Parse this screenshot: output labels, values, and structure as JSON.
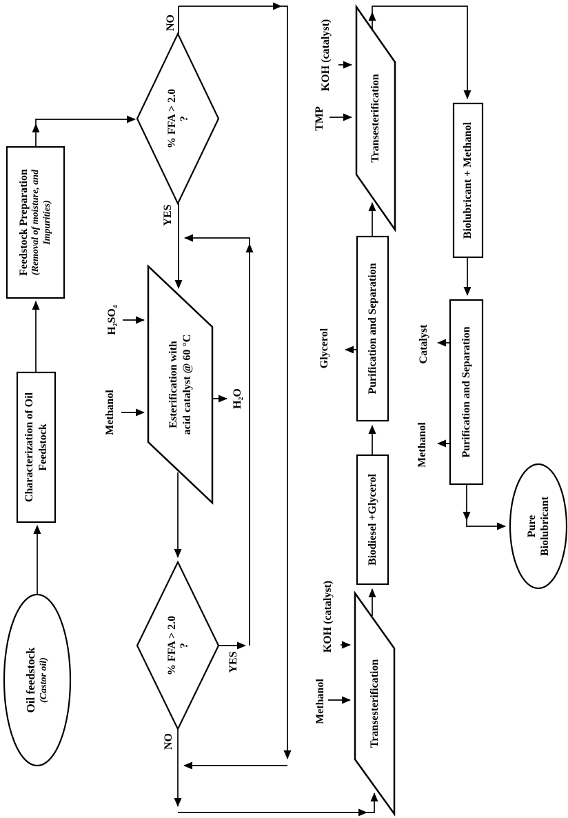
{
  "figure": {
    "description": "Process flowchart for biolubricant production from castor oil",
    "colors": {
      "ink": "#000000",
      "background": "#ffffff",
      "shape_fill": "#ffffff"
    }
  },
  "nodes": {
    "oil_feedstock": {
      "title": "Oil feedstock",
      "subtitle": "(Castor oil)"
    },
    "characterization": {
      "line1": "Characterization of Oil",
      "line2": "Feedstock"
    },
    "feedstock_prep": {
      "title": "Feedstock Preparation",
      "sub1": "(Removal of moisture, and",
      "sub2": "Impurities)"
    },
    "decision1": {
      "line1": "% FFA > 2.0",
      "line2": "?"
    },
    "esterification": {
      "line1": "Esterification with",
      "line2": "acid catalyst @ 60 °C"
    },
    "decision2": {
      "line1": "% FFA > 2.0",
      "line2": "?"
    },
    "transesterification1": {
      "label": "Transesterification"
    },
    "biodiesel_glycerol": {
      "label": "Biodiesel +Glycerol"
    },
    "purification1": {
      "label": "Purification and Separation"
    },
    "transesterification2": {
      "label": "Transesterification"
    },
    "biolubricant_methanol": {
      "label": "Biolubricant + Methanol"
    },
    "purification2": {
      "label": "Purification and Separation"
    },
    "pure_biolubricant": {
      "line1": "Pure",
      "line2": "Biolubricant"
    }
  },
  "labels": {
    "no1": "NO",
    "yes1": "YES",
    "no2": "NO",
    "yes2": "YES",
    "methanol_esterification": "Methanol",
    "h2so4": "H₂SO₄",
    "h2o": "H₂O",
    "methanol_transesterification1": "Methanol",
    "koh_catalyst1": "KOH (catalyst)",
    "glycerol": "Glycerol",
    "tmp": "TMP",
    "koh_catalyst2": "KOH (catalyst)",
    "methanol_purification2": "Methanol",
    "catalyst": "Catalyst"
  }
}
